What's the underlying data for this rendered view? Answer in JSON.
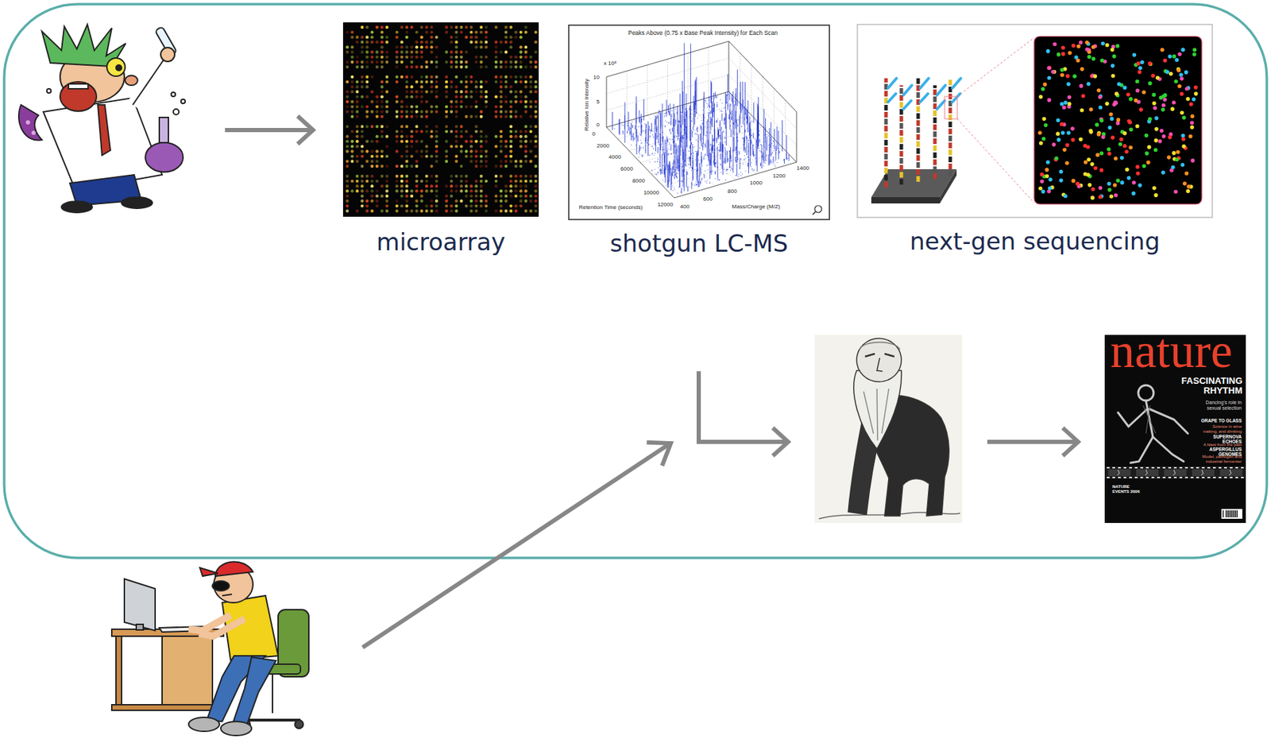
{
  "diagram": {
    "nodes": [
      {
        "text": [
          "microarray"
        ]
      },
      {
        "text": [
          "shotgun LC-MS"
        ]
      },
      {
        "text": [
          "next-gen sequencing"
        ]
      }
    ],
    "labels": [
      "Peaks Above (0.75 x Base Peak Intensity) for Each Scan",
      "x 10⁸",
      "Relative Ion Intensity",
      "10",
      "5",
      "0",
      "0",
      "2000",
      "4000",
      "6000",
      "8000",
      "10000",
      "12000",
      "Retention Time (seconds)",
      "400",
      "600",
      "800",
      "1000",
      "1200",
      "1400",
      "Mass/Charge (M/Z)",
      "nature",
      "FASCINATING RHYTHM",
      "Dancing's role in sexual selection",
      "GRAPE TO GLASS",
      "Science in wine making, and drinking",
      "SUPERNOVA ECHOES",
      "A blast from the past",
      "ASPERGILLUS GENOMES",
      "Model, pathogen and industrial fermenter",
      "NATURE EVENTS 2006"
    ]
  }
}
